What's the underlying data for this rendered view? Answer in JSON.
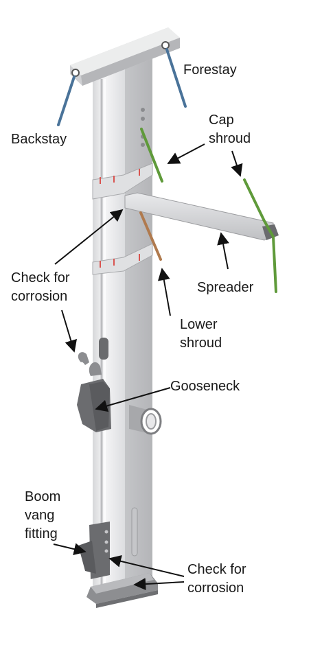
{
  "labels": {
    "forestay": "Forestay",
    "backstay": "Backstay",
    "cap_shroud": "Cap\nshroud",
    "spreader": "Spreader",
    "check_corrosion_upper": "Check for\ncorrosion",
    "lower_shroud": "Lower\nshroud",
    "gooseneck": "Gooseneck",
    "boom_vang_fitting": "Boom\nvang\nfitting",
    "check_corrosion_lower": "Check for\ncorrosion"
  },
  "colors": {
    "forestay": "#4a7399",
    "backstay": "#4a7399",
    "cap_shroud": "#5f9a3a",
    "lower_shroud": "#b07a4e",
    "mast": "#e6e7e9",
    "fittings": "#707073",
    "corrosion_marks": "#d9534f"
  }
}
